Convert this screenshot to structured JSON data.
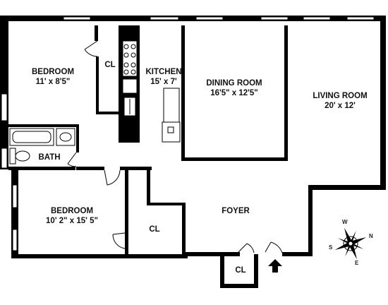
{
  "rooms": {
    "bedroom1": {
      "name": "BEDROOM",
      "dims": "11' x 8'5\""
    },
    "closet1": {
      "name": "CL"
    },
    "kitchen": {
      "name": "KITCHEN",
      "dims": "15' x 7'"
    },
    "dining": {
      "name": "DINING ROOM",
      "dims": "16'5\" x 12'5\""
    },
    "living": {
      "name": "LIVING ROOM",
      "dims": "20' x 12'"
    },
    "bath": {
      "name": "BATH"
    },
    "bedroom2": {
      "name": "BEDROOM",
      "dims": "10' 2\" x 15' 5\""
    },
    "closet2": {
      "name": "CL"
    },
    "foyer": {
      "name": "FOYER"
    },
    "closet3": {
      "name": "CL"
    }
  },
  "compass": {
    "w": "W",
    "n": "N",
    "e": "E",
    "s": "S"
  },
  "colors": {
    "wall": "#000000",
    "window": "#ffffff",
    "fixture": "#333333"
  }
}
